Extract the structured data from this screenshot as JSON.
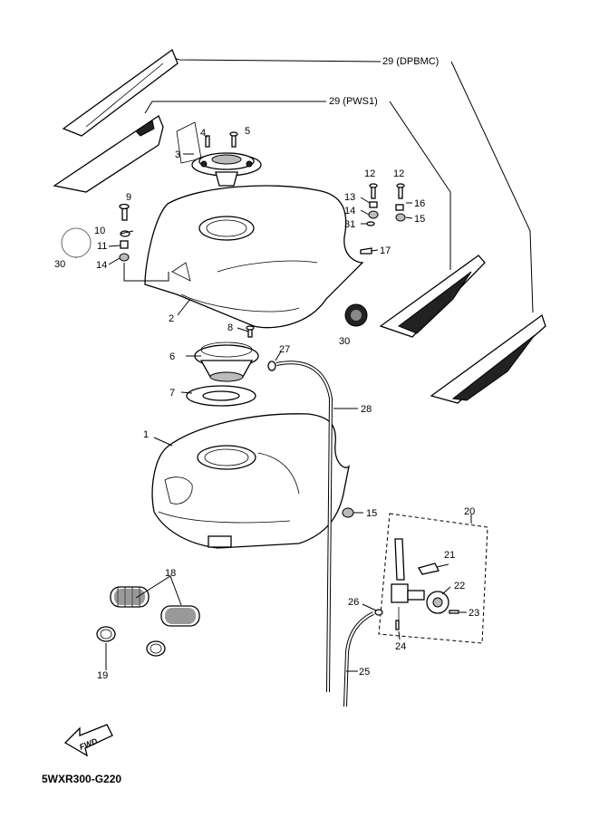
{
  "diagram_code": "5WXR300-G220",
  "fwd_label": "FWD",
  "callouts": {
    "p1": "1",
    "p2": "2",
    "p3": "3",
    "p4": "4",
    "p5": "5",
    "p6": "6",
    "p7": "7",
    "p8": "8",
    "p9": "9",
    "p10": "10",
    "p11": "11",
    "p12a": "12",
    "p12b": "12",
    "p13": "13",
    "p14a": "14",
    "p14b": "14",
    "p15a": "15",
    "p15b": "15",
    "p16": "16",
    "p17": "17",
    "p18": "18",
    "p19": "19",
    "p20": "20",
    "p21": "21",
    "p22": "22",
    "p23": "23",
    "p24": "24",
    "p25": "25",
    "p26": "26",
    "p27": "27",
    "p28": "28",
    "p29a": "29 (DPBMC)",
    "p29b": "29 (PWS1)",
    "p30a": "30",
    "p30b": "30",
    "p31": "31"
  }
}
